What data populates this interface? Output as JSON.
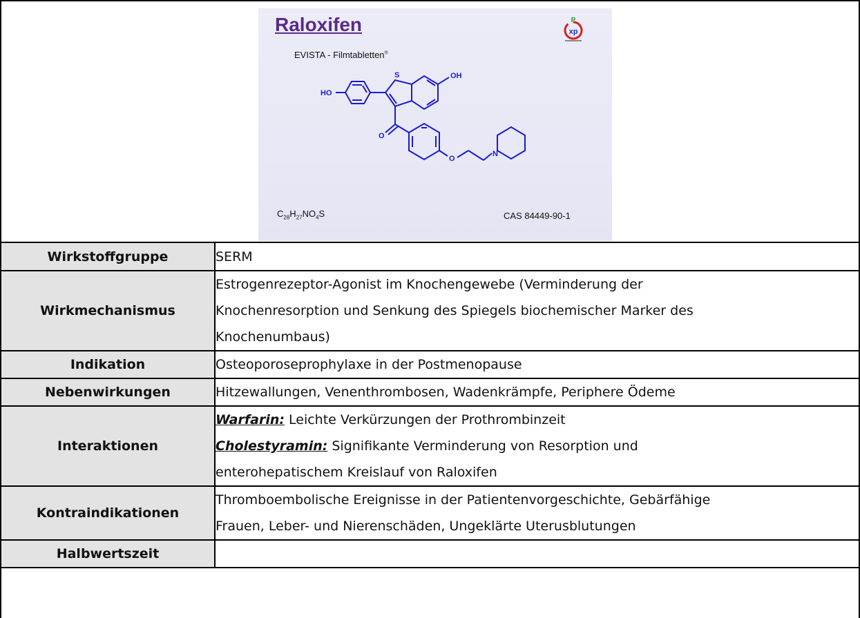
{
  "slide": {
    "title": "Raloxifen",
    "subtitle": "EVISTA - Filmtabletten",
    "subtitle_mark": "®",
    "formula": {
      "c": "C",
      "c_n": "28",
      "h": "H",
      "h_n": "27",
      "no": "NO",
      "o_n": "4",
      "s": "S"
    },
    "cas": "CAS  84449-90-1",
    "atoms": {
      "s": "S",
      "oh": "OH",
      "ho": "HO",
      "o_keto": "O",
      "o_ether": "O",
      "n": "N"
    },
    "logo": {
      "letters": "P xp"
    }
  },
  "rows": [
    {
      "label": "Wirkstoffgruppe",
      "lines": [
        "SERM"
      ]
    },
    {
      "label": "Wirkmechanismus",
      "lines": [
        "Estrogenrezeptor-Agonist im Knochengewebe (Verminderung der",
        "Knochenresorption und Senkung des Spiegels biochemischer Marker des",
        "Knochenumbaus)"
      ]
    },
    {
      "label": "Indikation",
      "lines": [
        "Osteoporoseprophylaxe in der Postmenopause"
      ]
    },
    {
      "label": "Nebenwirkungen",
      "lines": [
        "Hitzewallungen, Venenthrombosen, Wadenkrämpfe, Periphere Ödeme"
      ]
    },
    {
      "label": "Interaktionen",
      "items": [
        {
          "keyword": "Warfarin:",
          "text": " Leichte Verkürzungen der Prothrombinzeit"
        },
        {
          "keyword": "Cholestyramin:",
          "text": " Signifikante Verminderung von Resorption und"
        }
      ],
      "continuation": "enterohepatischem Kreislauf von Raloxifen"
    },
    {
      "label": "Kontraindikationen",
      "lines": [
        "Thromboembolische Ereignisse in der Patientenvorgeschichte, Gebärfähige",
        "Frauen, Leber- und Nierenschäden, Ungeklärte Uterusblutungen"
      ]
    },
    {
      "label": "Halbwertszeit",
      "lines": []
    }
  ],
  "colors": {
    "molecule": "#1a1ad0",
    "title": "#5a2a8a",
    "label_bg": "#e3e3e3"
  }
}
